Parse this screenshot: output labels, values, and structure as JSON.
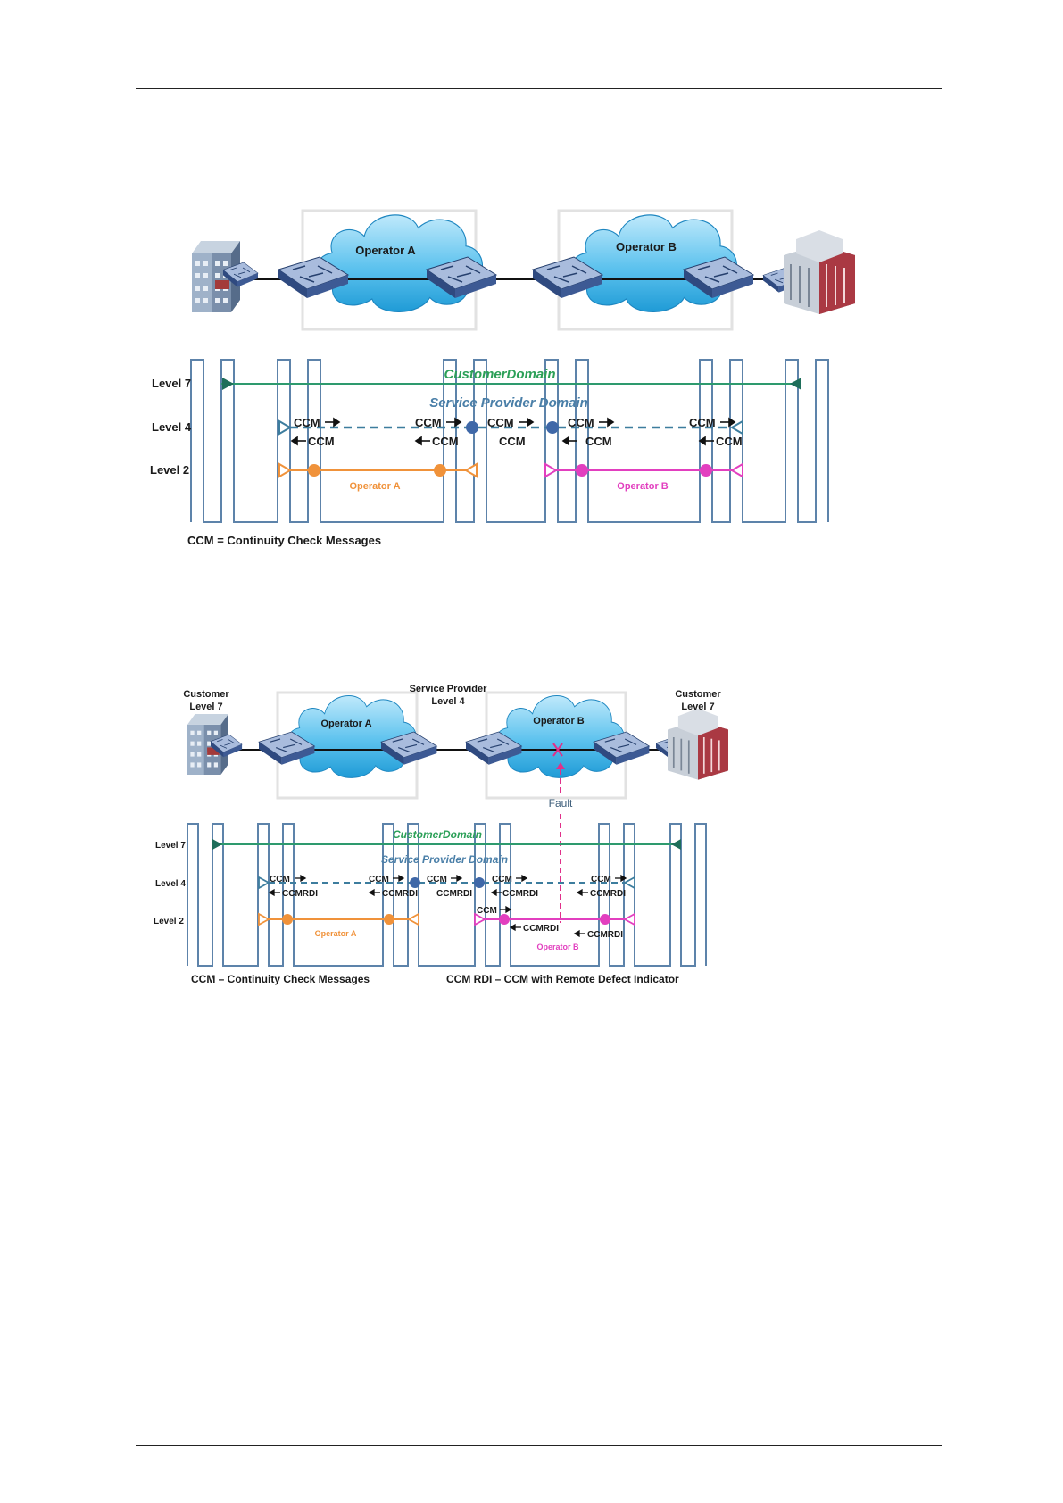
{
  "colors": {
    "customer": "#2e9a6e",
    "provider": "#3d7d9e",
    "operator_a": "#f0923a",
    "operator_b": "#e23fbf",
    "pillar": "#5d83aa",
    "cloud": "#29a9df",
    "mep_blue": "#3f68a8",
    "fault": "#e0308a"
  },
  "icons": [
    "building-icon",
    "switch-icon",
    "cloud-icon",
    "office-tower-icon",
    "fault-x-icon"
  ],
  "figure1": {
    "cloud_a": "Operator A",
    "cloud_b": "Operator B",
    "level7": "Level 7",
    "level4": "Level 4",
    "level2": "Level 2",
    "customer_domain": "CustomerDomain",
    "provider_domain": "Service Provider  Domain",
    "operator_a": "Operator A",
    "operator_b": "Operator B",
    "ccm": "CCM",
    "legend": "CCM = Continuity Check Messages"
  },
  "figure2": {
    "customer_left": [
      "Customer",
      "Level 7"
    ],
    "customer_right": [
      "Customer",
      "Level 7"
    ],
    "provider": [
      "Service Provider",
      "Level 4"
    ],
    "cloud_a": "Operator A",
    "cloud_b": "Operator B",
    "fault": "Fault",
    "level7": "Level 7",
    "level4": "Level 4",
    "level2": "Level 2",
    "customer_domain": "CustomerDomain",
    "provider_domain": "Service Provider  Domain",
    "operator_a": "Operator A",
    "operator_b": "Operator B",
    "ccm": "CCM",
    "ccmrdi": "CCMRDI",
    "legend_ccm": "CCM – Continuity Check Messages",
    "legend_rdi": "CCM RDI – CCM with Remote Defect Indicator"
  }
}
